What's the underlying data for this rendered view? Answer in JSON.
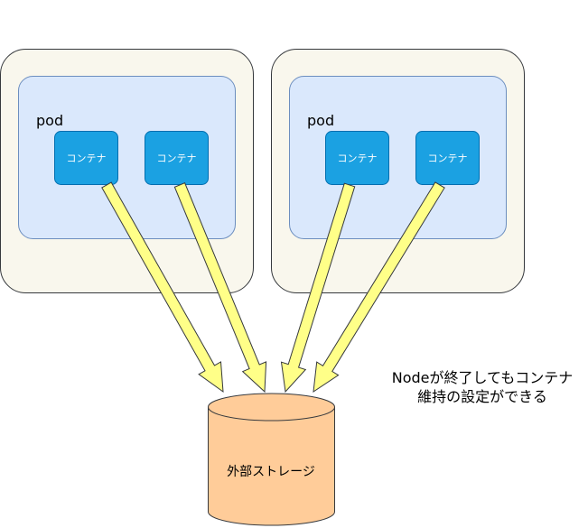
{
  "nodes": [
    {
      "pod_label": "pod",
      "containers": [
        {
          "label": "コンテナ"
        },
        {
          "label": "コンテナ"
        }
      ]
    },
    {
      "pod_label": "pod",
      "containers": [
        {
          "label": "コンテナ"
        },
        {
          "label": "コンテナ"
        }
      ]
    }
  ],
  "storage": {
    "label": "外部ストレージ"
  },
  "note": {
    "line1": "Nodeが終了してもコンテナ",
    "line2": "維持の設定ができる"
  },
  "colors": {
    "node_fill": "#f9f7ed",
    "pod_fill": "#dae8fc",
    "container_fill": "#1ba1e2",
    "arrow_fill": "#ffff88",
    "storage_fill": "#ffcc99"
  }
}
